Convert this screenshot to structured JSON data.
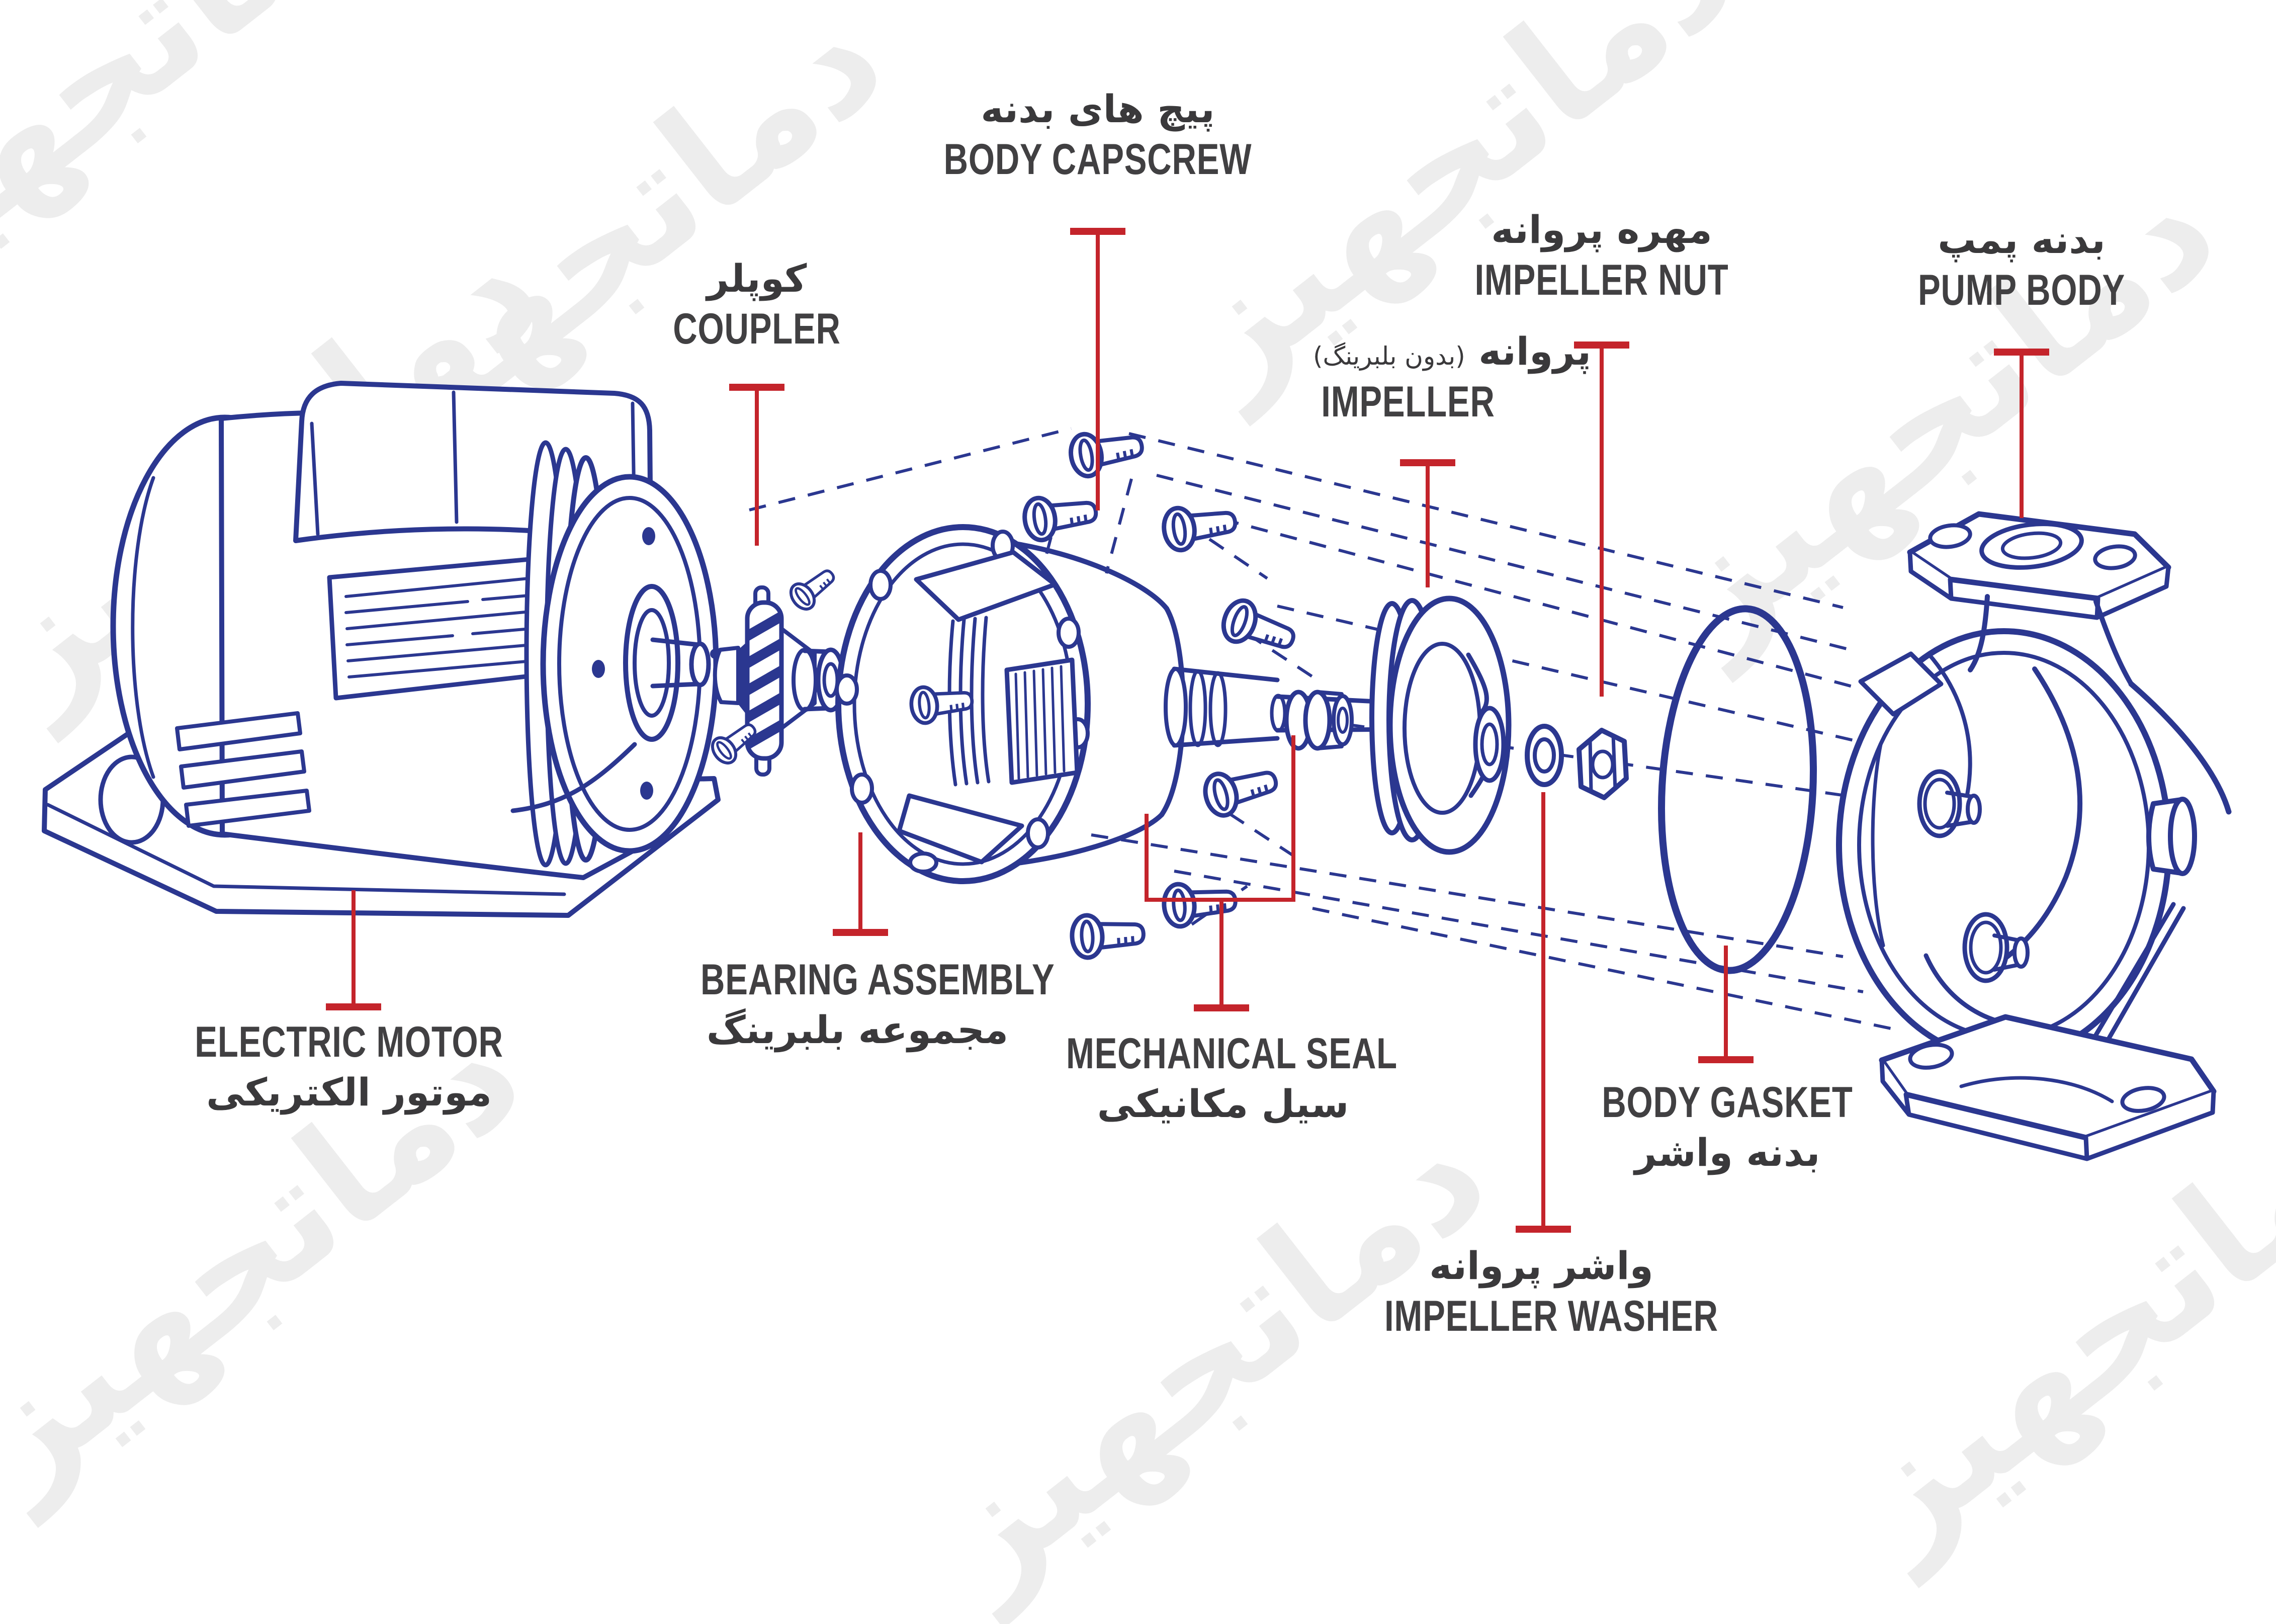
{
  "brand_watermark": "دماتجهیز",
  "colors": {
    "drawing_blue": "#2b3790",
    "leader_red": "#c4242b",
    "label_text_dark": "#3a393b",
    "english_text": "#414042",
    "watermark_gray": "#ededed",
    "background": "#ffffff"
  },
  "parts": {
    "electric_motor": {
      "en": "ELECTRIC MOTOR",
      "fa": "موتور الکتریکی"
    },
    "coupler": {
      "fa": "کوپلر",
      "en": "COUPLER"
    },
    "bearing_assembly": {
      "en": "BEARING ASSEMBLY",
      "fa": "مجموعه بلبرینگ"
    },
    "body_capscrew": {
      "fa": "پیچ های بدنه",
      "en": "BODY CAPSCREW"
    },
    "mechanical_seal": {
      "en": "MECHANICAL SEAL",
      "fa": "سیل مکانیکی"
    },
    "impeller": {
      "fa": "پروانه",
      "fa_note": "(بدون بلبرینگ)",
      "en": "IMPELLER"
    },
    "impeller_nut": {
      "fa": "مهره پروانه",
      "en": "IMPELLER NUT"
    },
    "impeller_washer": {
      "fa": "واشر پروانه",
      "en": "IMPELLER WASHER"
    },
    "body_gasket": {
      "en": "BODY GASKET",
      "fa": "بدنه واشر"
    },
    "pump_body": {
      "fa": "بدنه پمپ",
      "en": "PUMP BODY"
    }
  }
}
